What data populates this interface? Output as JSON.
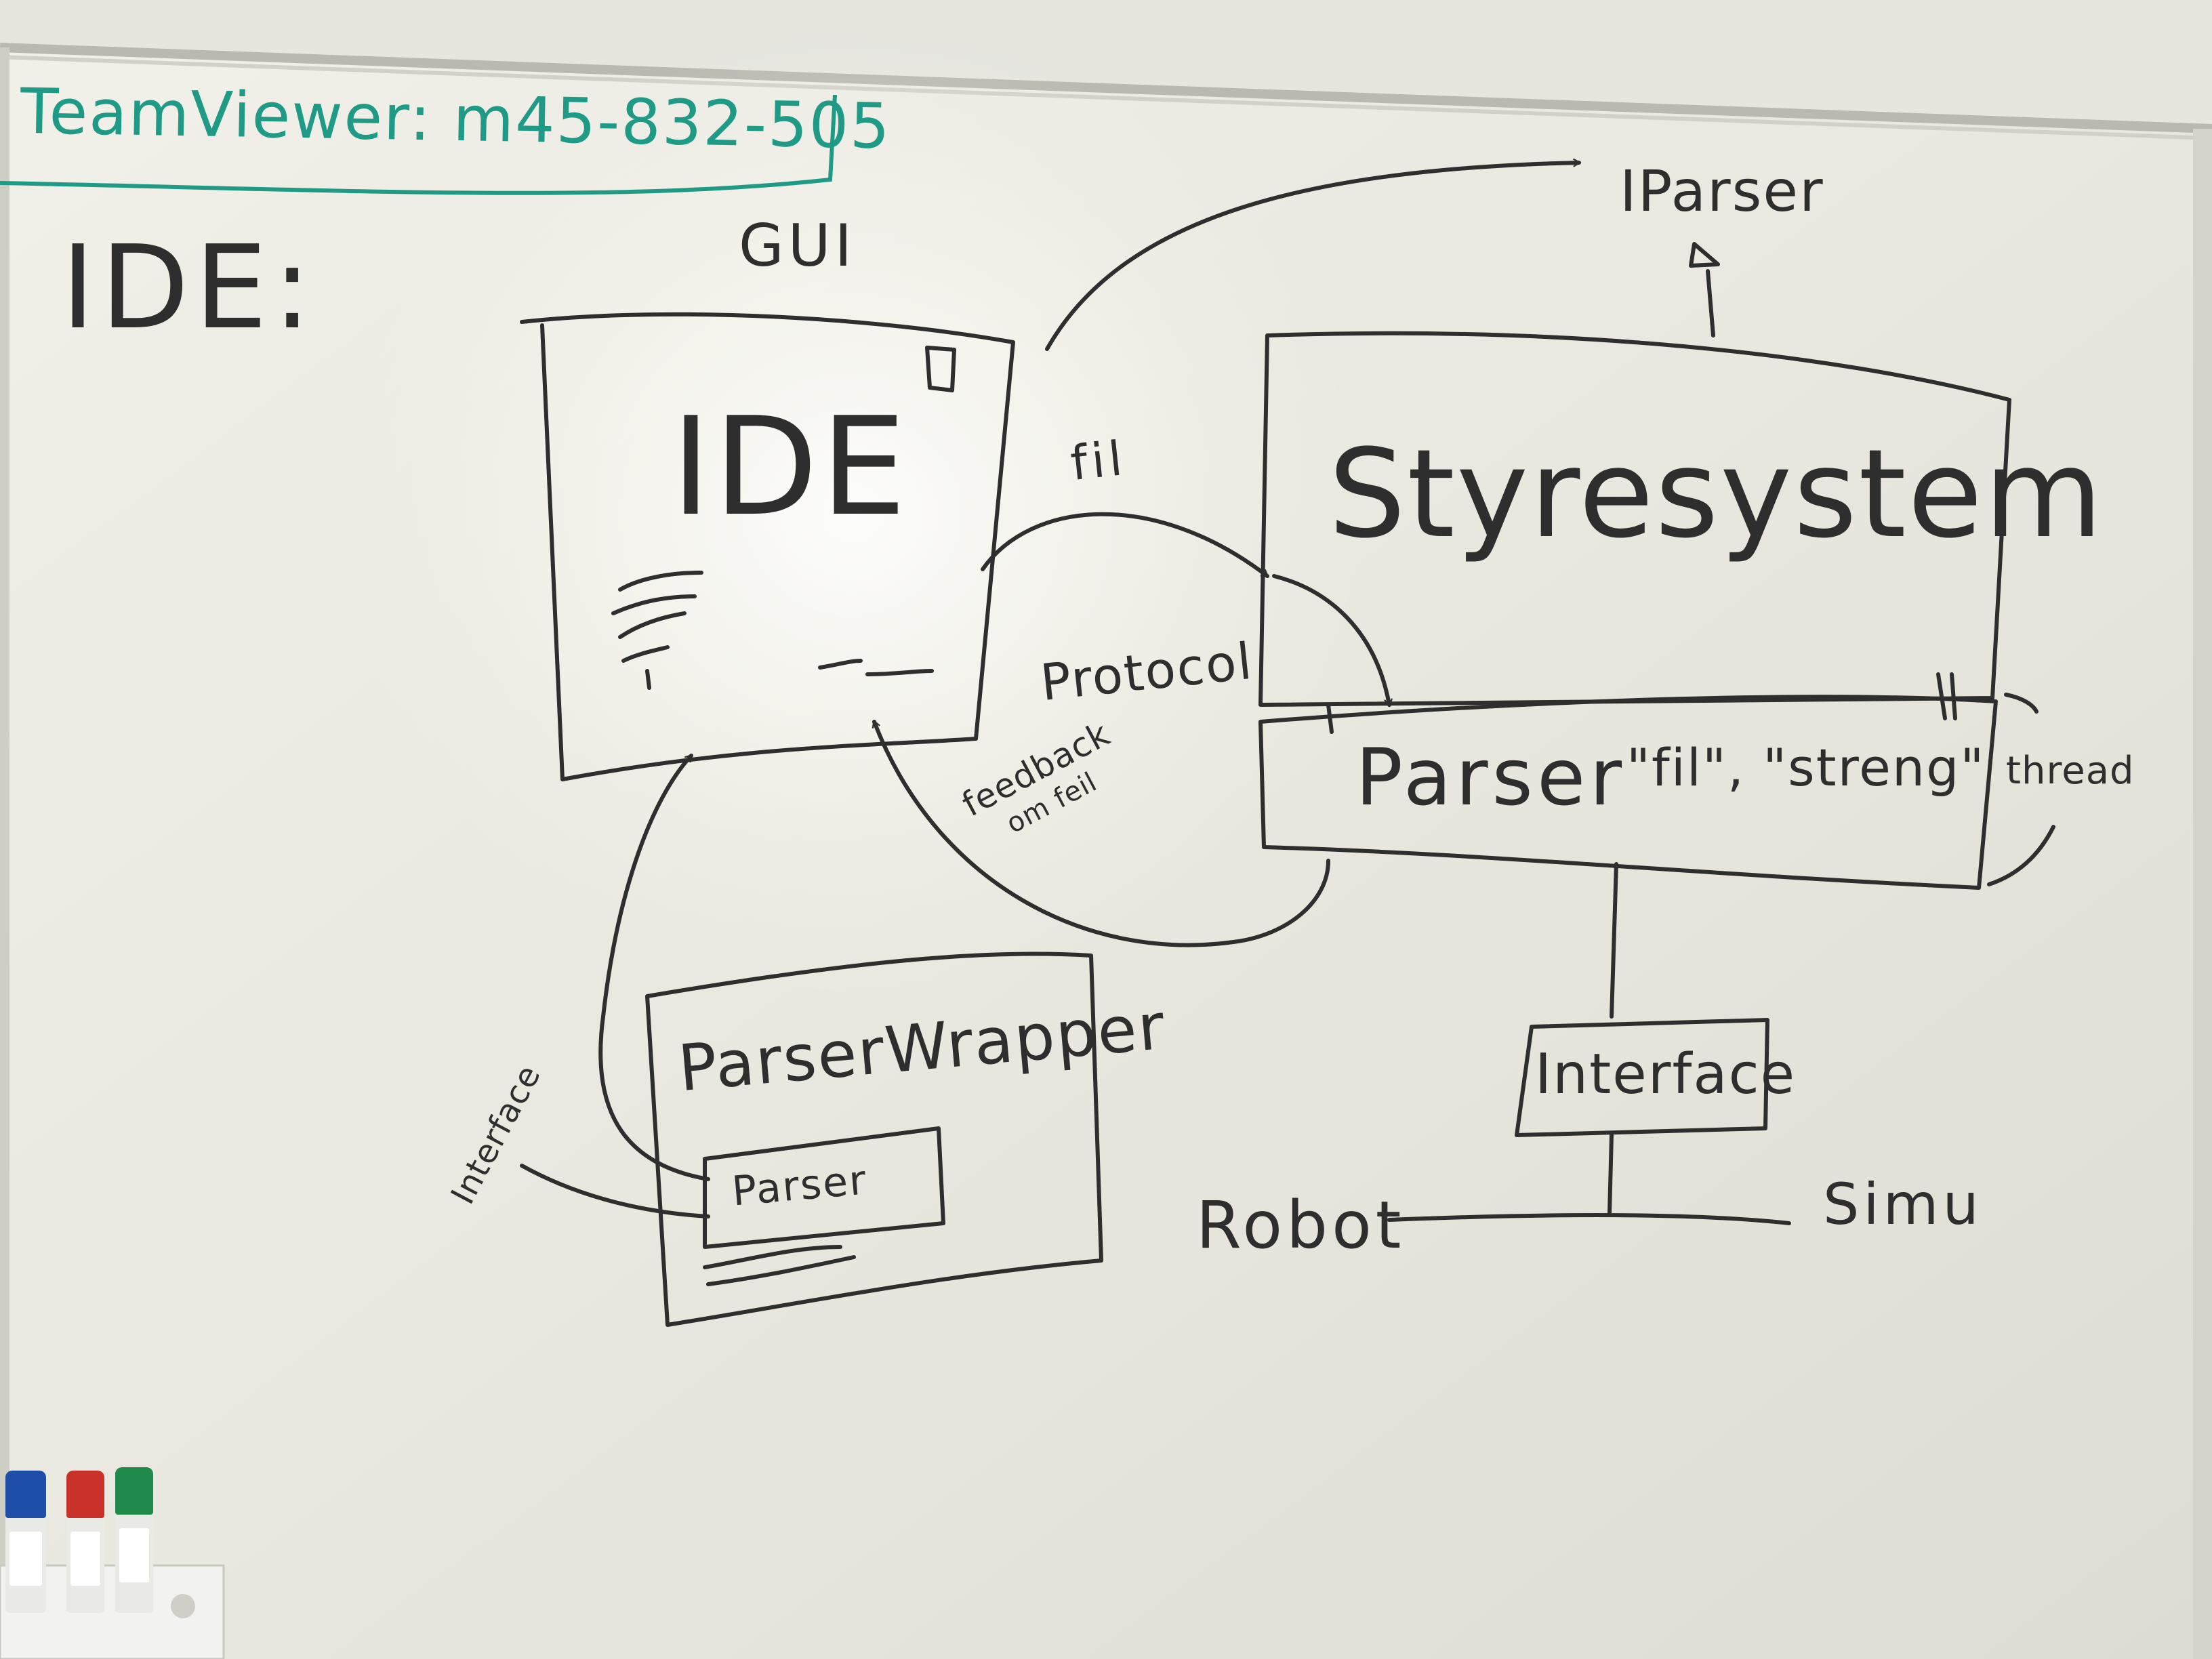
{
  "board": {
    "teamviewer_note": "TeamViewer: m45-832-505",
    "heading": "IDE:",
    "gui_label": "GUI",
    "iparser_label": "IParser",
    "ide_window_title": "IDE",
    "styresystem_title": "Styresystem",
    "parser_title": "Parser",
    "parser_strings": "\"fil\", \"streng\"",
    "thread_label": "thread",
    "fil_label": "fil",
    "protocol_label": "Protocol",
    "feedback_label_line1": "feedback",
    "feedback_label_line2": "om feil",
    "parser_wrapper_title": "ParserWrapper",
    "inner_parser_label": "Parser",
    "interface_side_label": "Interface",
    "interface_box_label": "Interface",
    "robot_label": "Robot",
    "simu_label": "Simu"
  },
  "colors": {
    "board_white": "#ecebe3",
    "marker_black": "#2e2e2e",
    "marker_teal": "#1f9a86",
    "marker_blue": "#1d4fa8",
    "marker_red": "#c8302a",
    "marker_green": "#1f8a4a"
  },
  "markers": [
    "blue-marker",
    "red-marker",
    "green-marker"
  ]
}
